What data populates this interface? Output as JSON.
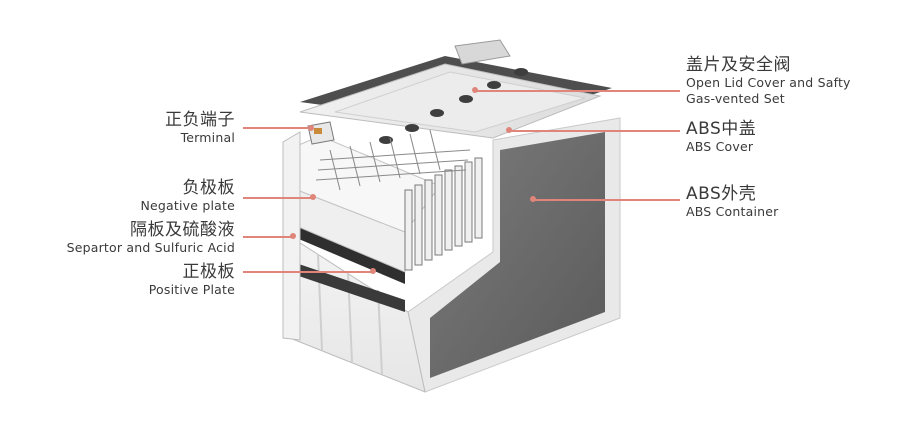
{
  "labels": {
    "terminal": {
      "zh": "正负端子",
      "en": "Terminal"
    },
    "negative": {
      "zh": "负极板",
      "en": "Negative plate"
    },
    "separator": {
      "zh": "隔板及硫酸液",
      "en": "Separtor and Sulfuric Acid"
    },
    "positive": {
      "zh": "正极板",
      "en": "Positive Plate"
    },
    "lid": {
      "zh": "盖片及安全阀",
      "en": "Open Lid Cover and Safty",
      "en2": "Gas-vented Set"
    },
    "cover": {
      "zh": "ABS中盖",
      "en": "ABS Cover"
    },
    "container": {
      "zh": "ABS外壳",
      "en": "ABS Container"
    }
  },
  "colors": {
    "leader": "#e0857a",
    "text": "#3a3a3a"
  }
}
